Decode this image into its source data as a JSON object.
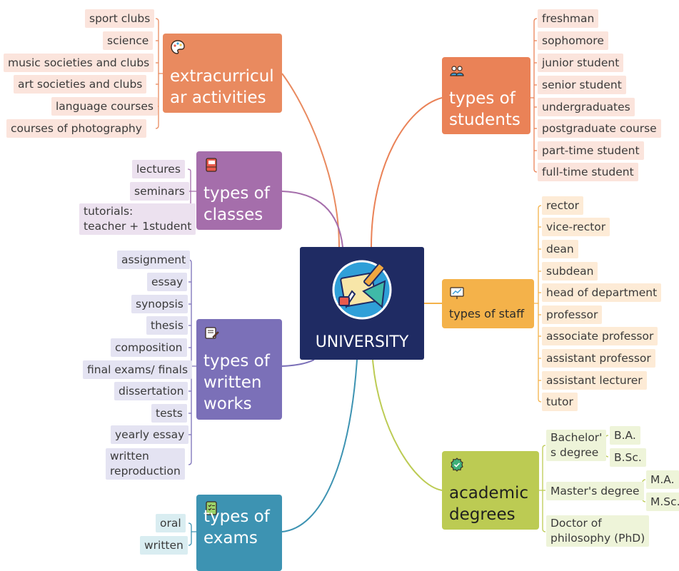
{
  "center": {
    "title": "UNIVERSITY",
    "icon": "stationery-icon"
  },
  "branches": {
    "extracurricular": {
      "title": "extracurricul\nar activities",
      "icon": "palette-icon",
      "color": "#e98a5f",
      "items": [
        "sport clubs",
        "science",
        "music societies and clubs",
        "art societies and clubs",
        "language courses",
        "courses of photography"
      ]
    },
    "classes": {
      "title": "types of\nclasses",
      "icon": "notebook-icon",
      "color": "#a56eab",
      "items": [
        "lectures",
        "seminars",
        "tutorials:\nteacher + 1student"
      ]
    },
    "written": {
      "title": "types of\nwritten\nworks",
      "icon": "document-edit-icon",
      "color": "#7b70b8",
      "items": [
        "assignment",
        "essay",
        "synopsis",
        "thesis",
        "composition",
        "final exams/ finals",
        "dissertation",
        "tests",
        "yearly essay",
        "written\nreproduction"
      ]
    },
    "exams": {
      "title": "types of\nexams",
      "icon": "checklist-icon",
      "color": "#3d93b2",
      "items": [
        "oral",
        "written"
      ]
    },
    "students": {
      "title": "types of\nstudents",
      "icon": "people-icon",
      "color": "#ea8257",
      "items": [
        "freshman",
        "sophomore",
        "junior student",
        "senior student",
        "undergraduates",
        "postgraduate course",
        "part-time student",
        "full-time student"
      ]
    },
    "staff": {
      "title": "types of staff",
      "icon": "presentation-icon",
      "color": "#f4b24a",
      "items": [
        "rector",
        "vice-rector",
        "dean",
        "subdean",
        "head of department",
        "professor",
        "associate professor",
        "assistant professor",
        "assistant lecturer",
        "tutor"
      ]
    },
    "degrees": {
      "title": "academic\ndegrees",
      "icon": "badge-check-icon",
      "color": "#bccb53",
      "items": [
        "Bachelor'\ns degree",
        "Master's degree",
        "Doctor of\nphilosophy (PhD)"
      ],
      "sub": {
        "bachelor": [
          "B.A.",
          "B.Sc."
        ],
        "master": [
          "M.A.",
          "M.Sc."
        ]
      }
    }
  }
}
